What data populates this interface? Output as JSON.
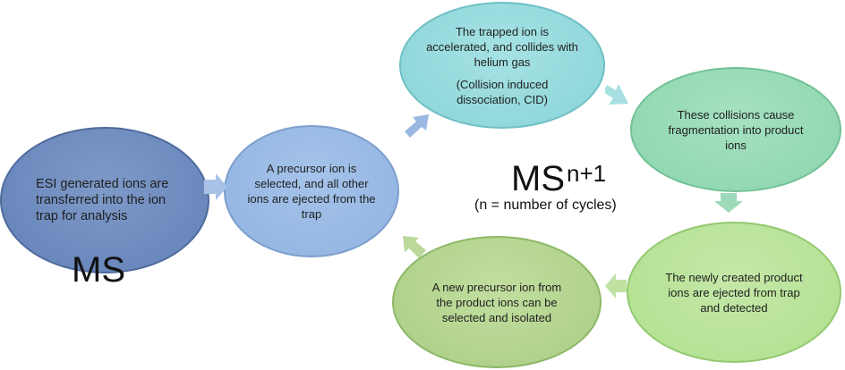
{
  "colors": {
    "node_ms": "#6b88bd",
    "node_precursor": "#94b6e2",
    "node_accelerate": "#8fd7da",
    "node_fragment": "#90d7b1",
    "node_detect": "#b3e192",
    "node_new_precursor": "#aed089"
  },
  "nodes": {
    "esi": "ESI generated ions are transferred into the ion trap for analysis",
    "precursor": "A precursor ion is selected, and all other ions are ejected from the trap",
    "accelerate": "The trapped ion is accelerated, and collides with helium gas",
    "accelerate_sub": "(Collision induced dissociation, CID)",
    "fragmentation": "These collisions cause fragmentation into product ions",
    "detected": "The newly created product ions are ejected from trap and detected",
    "new_precursor": "A new precursor ion from the product ions can be selected and isolated"
  },
  "labels": {
    "ms": "MS",
    "msn_base": "MS",
    "msn_sup": "n+1",
    "cycles": "(n = number of cycles)"
  }
}
